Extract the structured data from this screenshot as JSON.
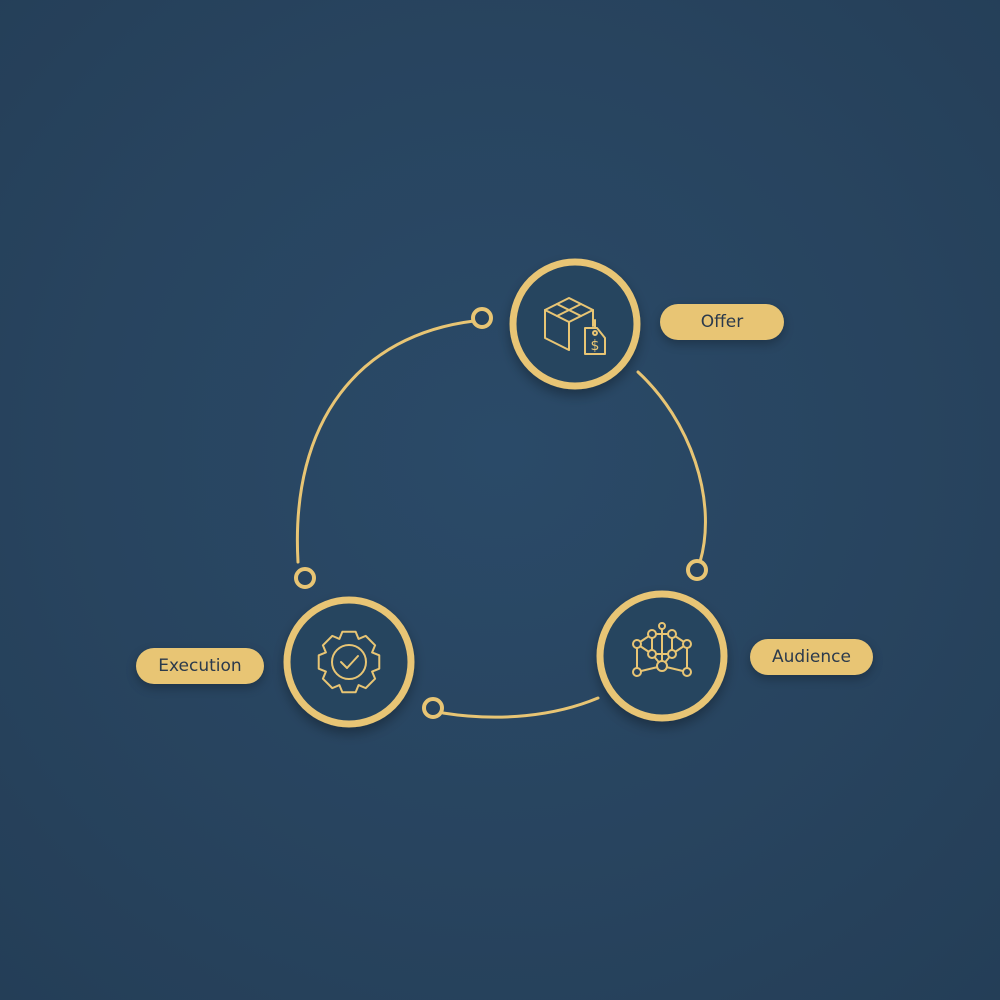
{
  "diagram": {
    "nodes": [
      {
        "id": "offer",
        "label": "Offer",
        "icon": "box-price-tag-icon"
      },
      {
        "id": "audience",
        "label": "Audience",
        "icon": "network-nodes-icon"
      },
      {
        "id": "execution",
        "label": "Execution",
        "icon": "gear-check-icon"
      }
    ]
  },
  "colors": {
    "background": "#28445f",
    "accent": "#e8c574",
    "label_text": "#2b3a4c"
  }
}
